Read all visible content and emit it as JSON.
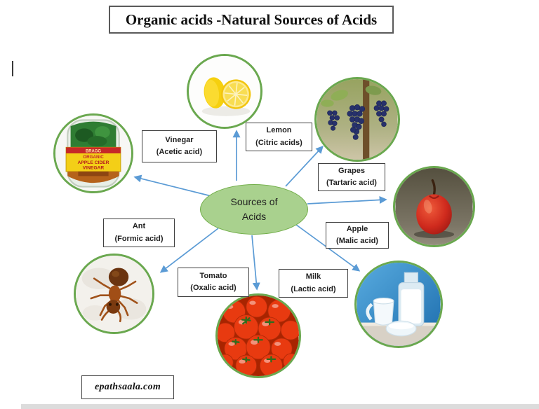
{
  "title": "Organic acids -Natural Sources of Acids",
  "center_node": {
    "line1": "Sources of",
    "line2": "Acids"
  },
  "nodes": {
    "vinegar": {
      "name": "Vinegar",
      "acid": "(Acetic acid)"
    },
    "lemon": {
      "name": "Lemon",
      "acid": "(Citric acids)"
    },
    "grapes": {
      "name": "Grapes",
      "acid": "(Tartaric acid)"
    },
    "apple": {
      "name": "Apple",
      "acid": "(Malic acid)"
    },
    "ant": {
      "name": "Ant",
      "acid": "(Formic acid)"
    },
    "tomato": {
      "name": "Tomato",
      "acid": "(Oxalic acid)"
    },
    "milk": {
      "name": "Milk",
      "acid": "(Lactic acid)"
    }
  },
  "vinegar_jar": {
    "brand": "BRAGG",
    "organic": "ORGANIC",
    "line1": "APPLE CIDER",
    "line2": "VINEGAR"
  },
  "watermark": "epathsaala.com",
  "icons": {
    "vinegar": "vinegar-jar-photo",
    "lemon": "lemon-halves-photo",
    "grapes": "grape-bunches-photo",
    "apple": "red-apple-photo",
    "milk": "milk-jug-bottle-bowl-photo",
    "tomato": "tomatoes-photo",
    "ant": "ant-photo"
  },
  "colors": {
    "arrow": "#5b9bd5",
    "ellipse_fill": "#a9d18e",
    "ellipse_border": "#70ad47",
    "circle_border": "#6aa84f",
    "label_border": "#404040"
  }
}
